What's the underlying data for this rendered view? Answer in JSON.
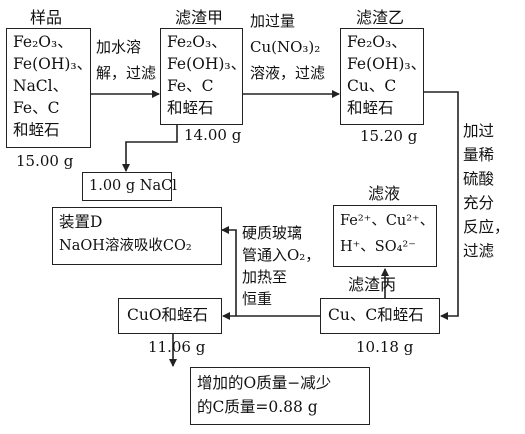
{
  "titles": {
    "sample": "样品",
    "residue_a": "滤渣甲",
    "residue_b": "滤渣乙",
    "filtrate": "滤液",
    "residue_c": "滤渣丙"
  },
  "boxes": {
    "sample": [
      "Fe₂O₃、",
      "Fe(OH)₃、",
      "NaCl、",
      "Fe、C",
      "和蛭石"
    ],
    "residue_a": [
      "Fe₂O₃、",
      "Fe(OH)₃、",
      "Fe、C",
      "和蛭石"
    ],
    "residue_b": [
      "Fe₂O₃、",
      "Fe(OH)₃、",
      "Cu、C",
      "和蛭石"
    ],
    "nacl": "1.00 g NaCl",
    "filtrate": [
      "Fe²⁺、Cu²⁺、",
      "H⁺、SO₄²⁻"
    ],
    "device": [
      "装置D",
      "NaOH溶液吸收CO₂"
    ],
    "residue_c": "Cu、C和蛭石",
    "cuo": "CuO和蛭石",
    "result": [
      "增加的O质量−减少",
      "的C质量=0.88 g"
    ]
  },
  "masses": {
    "sample": "15.00 g",
    "residue_a": "14.00 g",
    "residue_b": "15.20 g",
    "cuo": "11.06 g",
    "residue_c": "10.18 g"
  },
  "steps": {
    "water": [
      "加水溶",
      "解，过滤"
    ],
    "cu_nitrate": [
      "加过量",
      "Cu(NO₃)₂",
      "溶液，过滤"
    ],
    "acid": [
      "加过",
      "量稀",
      "硫酸",
      "充分",
      "反应，",
      "过滤"
    ],
    "heat": [
      "硬质玻璃",
      "管通入O₂，",
      "加热至",
      "恒重"
    ]
  }
}
